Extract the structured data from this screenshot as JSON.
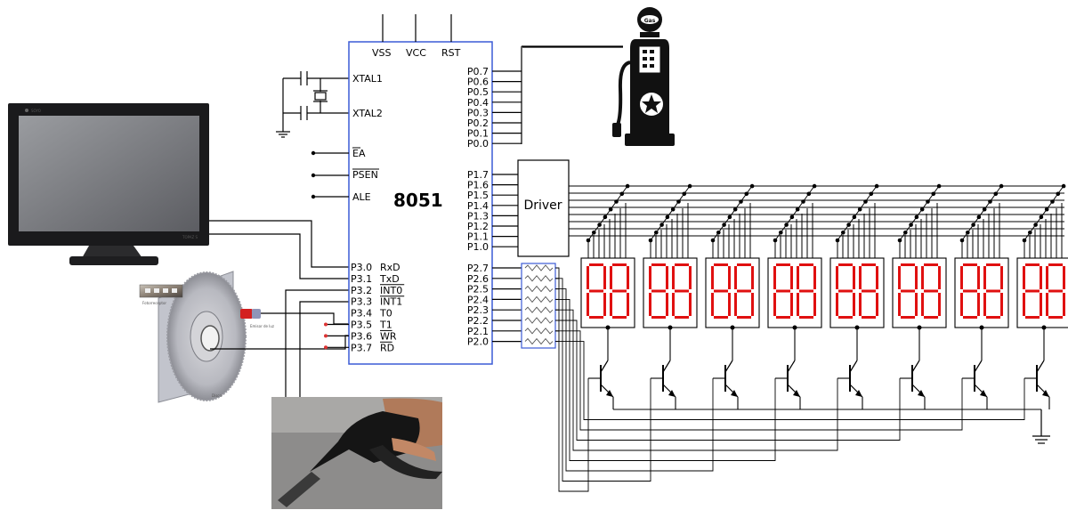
{
  "chip": {
    "name": "8051",
    "top_pins": [
      "VSS",
      "VCC",
      "RST"
    ],
    "left_pins": [
      "XTAL1",
      "XTAL2",
      "EA",
      "PSEN",
      "ALE"
    ],
    "port3": [
      {
        "pin": "P3.0",
        "func": "RxD"
      },
      {
        "pin": "P3.1",
        "func": "TxD"
      },
      {
        "pin": "P3.2",
        "func": "INT0"
      },
      {
        "pin": "P3.3",
        "func": "INT1"
      },
      {
        "pin": "P3.4",
        "func": "T0"
      },
      {
        "pin": "P3.5",
        "func": "T1"
      },
      {
        "pin": "P3.6",
        "func": "WR"
      },
      {
        "pin": "P3.7",
        "func": "RD"
      }
    ],
    "port0": [
      "P0.7",
      "P0.6",
      "P0.5",
      "P0.4",
      "P0.3",
      "P0.2",
      "P0.1",
      "P0.0"
    ],
    "port1": [
      "P1.7",
      "P1.6",
      "P1.5",
      "P1.4",
      "P1.3",
      "P1.2",
      "P1.1",
      "P1.0"
    ],
    "port2": [
      "P2.7",
      "P2.6",
      "P2.5",
      "P2.4",
      "P2.3",
      "P2.2",
      "P2.1",
      "P2.0"
    ]
  },
  "driver": {
    "label": "Driver"
  },
  "displays": {
    "count": 8,
    "segment_color": "#e01010"
  },
  "encoder": {
    "photoreceptor_label": "Fotorreceptor",
    "emitter_label": "Emisor de luz",
    "disc_label": "Disco"
  },
  "monitor": {
    "brand": "SOYO",
    "model": "TOPAZ S"
  },
  "pump": {
    "logo": "Gas"
  }
}
